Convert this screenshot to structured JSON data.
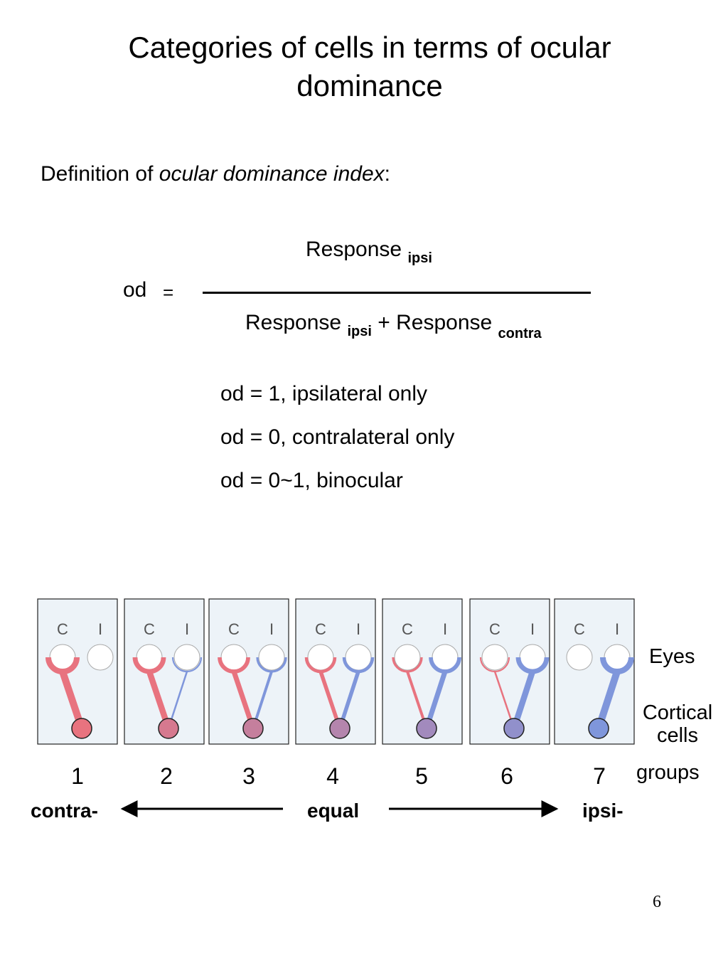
{
  "title": "Categories of cells in terms of ocular dominance",
  "definition": {
    "prefix": "Definition of ",
    "term": "ocular dominance index",
    "suffix": ":"
  },
  "formula": {
    "lhs": "od",
    "equals": "=",
    "numerator_word": "Response",
    "numerator_sub": "ipsi",
    "denominator_word1": "Response",
    "denominator_sub1": "ipsi",
    "plus": "+",
    "denominator_word2": "Response",
    "denominator_sub2": "contra"
  },
  "cases": [
    "od = 1, ipsilateral only",
    "od = 0, contralateral only",
    "od = 0~1, binocular"
  ],
  "diagram": {
    "eye_labels": [
      "C",
      "I"
    ],
    "labels": {
      "eyes": "Eyes",
      "cortical_line1": "Cortical",
      "cortical_line2": "cells",
      "groups": "groups"
    },
    "groups": [
      "1",
      "2",
      "3",
      "4",
      "5",
      "6",
      "7"
    ],
    "contra_share": [
      1.0,
      0.83,
      0.67,
      0.5,
      0.33,
      0.17,
      0.0
    ],
    "colors": {
      "contra": "#e8737f",
      "ipsi": "#7f96db",
      "panel_bg": "#edf3f8"
    },
    "scale": {
      "left": "contra-",
      "middle": "equal",
      "right": "ipsi-"
    }
  },
  "page_number": "6"
}
